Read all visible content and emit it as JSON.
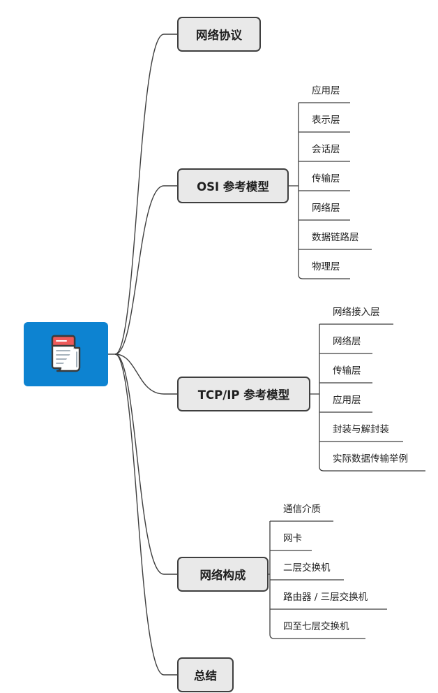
{
  "colors": {
    "root_fill": "#0d83d1",
    "branch_fill": "#e9e9e9",
    "line": "#3f3f3f"
  },
  "root": {
    "icon": "notebook-icon"
  },
  "branches": [
    {
      "label": "网络协议",
      "children": []
    },
    {
      "label": "OSI 参考模型",
      "children": [
        "应用层",
        "表示层",
        "会话层",
        "传输层",
        "网络层",
        "数据链路层",
        "物理层"
      ]
    },
    {
      "label": "TCP/IP 参考模型",
      "children": [
        "网络接入层",
        "网络层",
        "传输层",
        "应用层",
        "封装与解封装",
        "实际数据传输举例"
      ]
    },
    {
      "label": "网络构成",
      "children": [
        "通信介质",
        "网卡",
        "二层交换机",
        "路由器 / 三层交换机",
        "四至七层交换机"
      ]
    },
    {
      "label": "总结",
      "children": []
    }
  ]
}
